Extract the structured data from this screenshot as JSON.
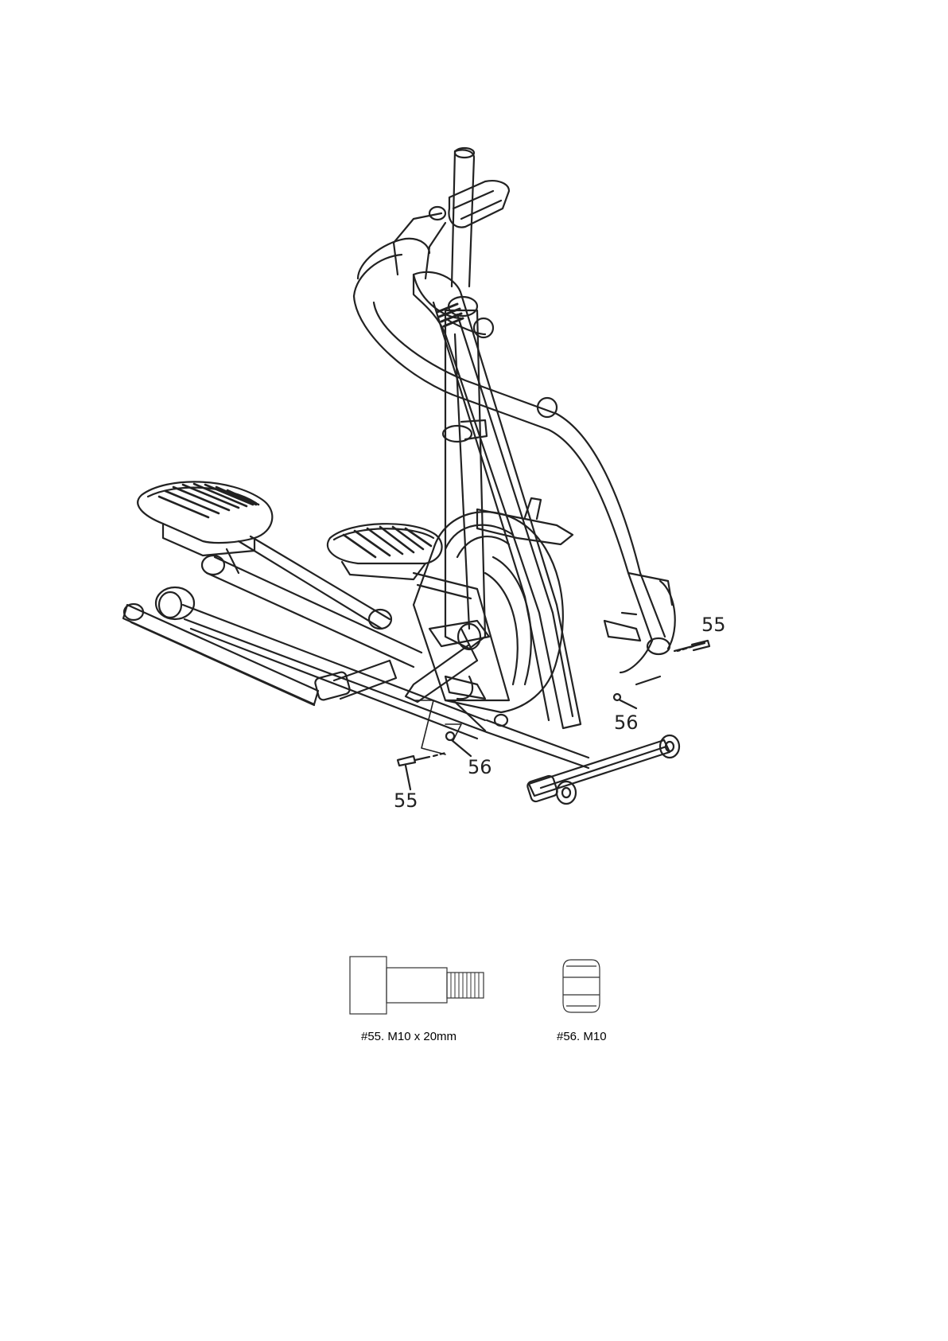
{
  "callouts": {
    "bolt_right": "55",
    "nut_right": "56",
    "bolt_left": "55",
    "nut_left": "56"
  },
  "hardware": {
    "bolt_label": "#55. M10 x 20mm",
    "nut_label": "#56. M10"
  }
}
